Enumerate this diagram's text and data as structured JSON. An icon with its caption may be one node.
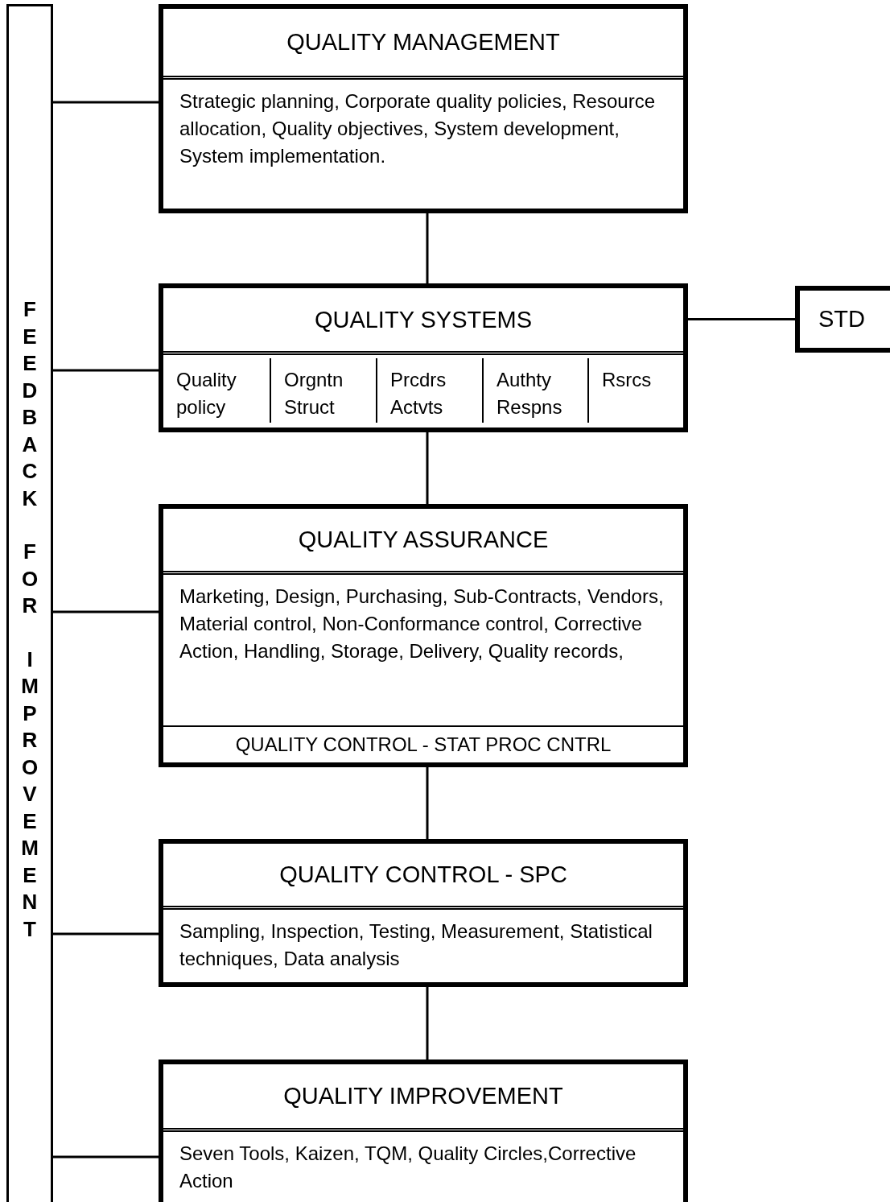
{
  "diagram": {
    "nodes": [
      {
        "text": [
          "FEEDBACK FOR IMPROVEMENT"
        ]
      },
      {
        "text": [
          "QUALITY MANAGEMENT",
          "Strategic planning, Corporate quality policies, Resource allocation, Quality objectives, System development, System implementation."
        ]
      },
      {
        "text": [
          "QUALITY SYSTEMS"
        ]
      },
      {
        "text": [
          "Quality policy"
        ],
        "in": 2
      },
      {
        "text": [
          "Orgntn Struct"
        ],
        "in": 2
      },
      {
        "text": [
          "Prcdrs Actvts"
        ],
        "in": 2
      },
      {
        "text": [
          "Authty Respns"
        ],
        "in": 2
      },
      {
        "text": [
          "Rsrcs"
        ],
        "in": 2
      },
      {
        "text": [
          "STD"
        ]
      },
      {
        "text": [
          "QUALITY ASSURANCE",
          "Marketing, Design, Purchasing, Sub-Contracts, Vendors, Material control, Non-Conformance control, Corrective Action, Handling, Storage, Delivery, Quality records,",
          "QUALITY CONTROL - STAT PROC CNTRL"
        ]
      },
      {
        "text": [
          "QUALITY CONTROL - SPC",
          "Sampling, Inspection, Testing, Measurement, Statistical techniques, Data analysis"
        ]
      },
      {
        "text": [
          "QUALITY IMPROVEMENT",
          "Seven Tools, Kaizen, TQM, Quality Circles,Corrective Action"
        ]
      }
    ],
    "edges": [
      {
        "from": 0,
        "to": 1,
        "arrow": "none"
      },
      {
        "from": 0,
        "to": 2,
        "arrow": "none"
      },
      {
        "from": 0,
        "to": 9,
        "arrow": "none"
      },
      {
        "from": 0,
        "to": 10,
        "arrow": "none"
      },
      {
        "from": 0,
        "to": 11,
        "arrow": "none"
      },
      {
        "from": 1,
        "to": 2,
        "arrow": "none"
      },
      {
        "from": 2,
        "to": 8,
        "arrow": "none"
      },
      {
        "from": 2,
        "to": 9,
        "arrow": "none"
      },
      {
        "from": 9,
        "to": 10,
        "arrow": "none"
      },
      {
        "from": 10,
        "to": 11,
        "arrow": "none"
      }
    ]
  }
}
